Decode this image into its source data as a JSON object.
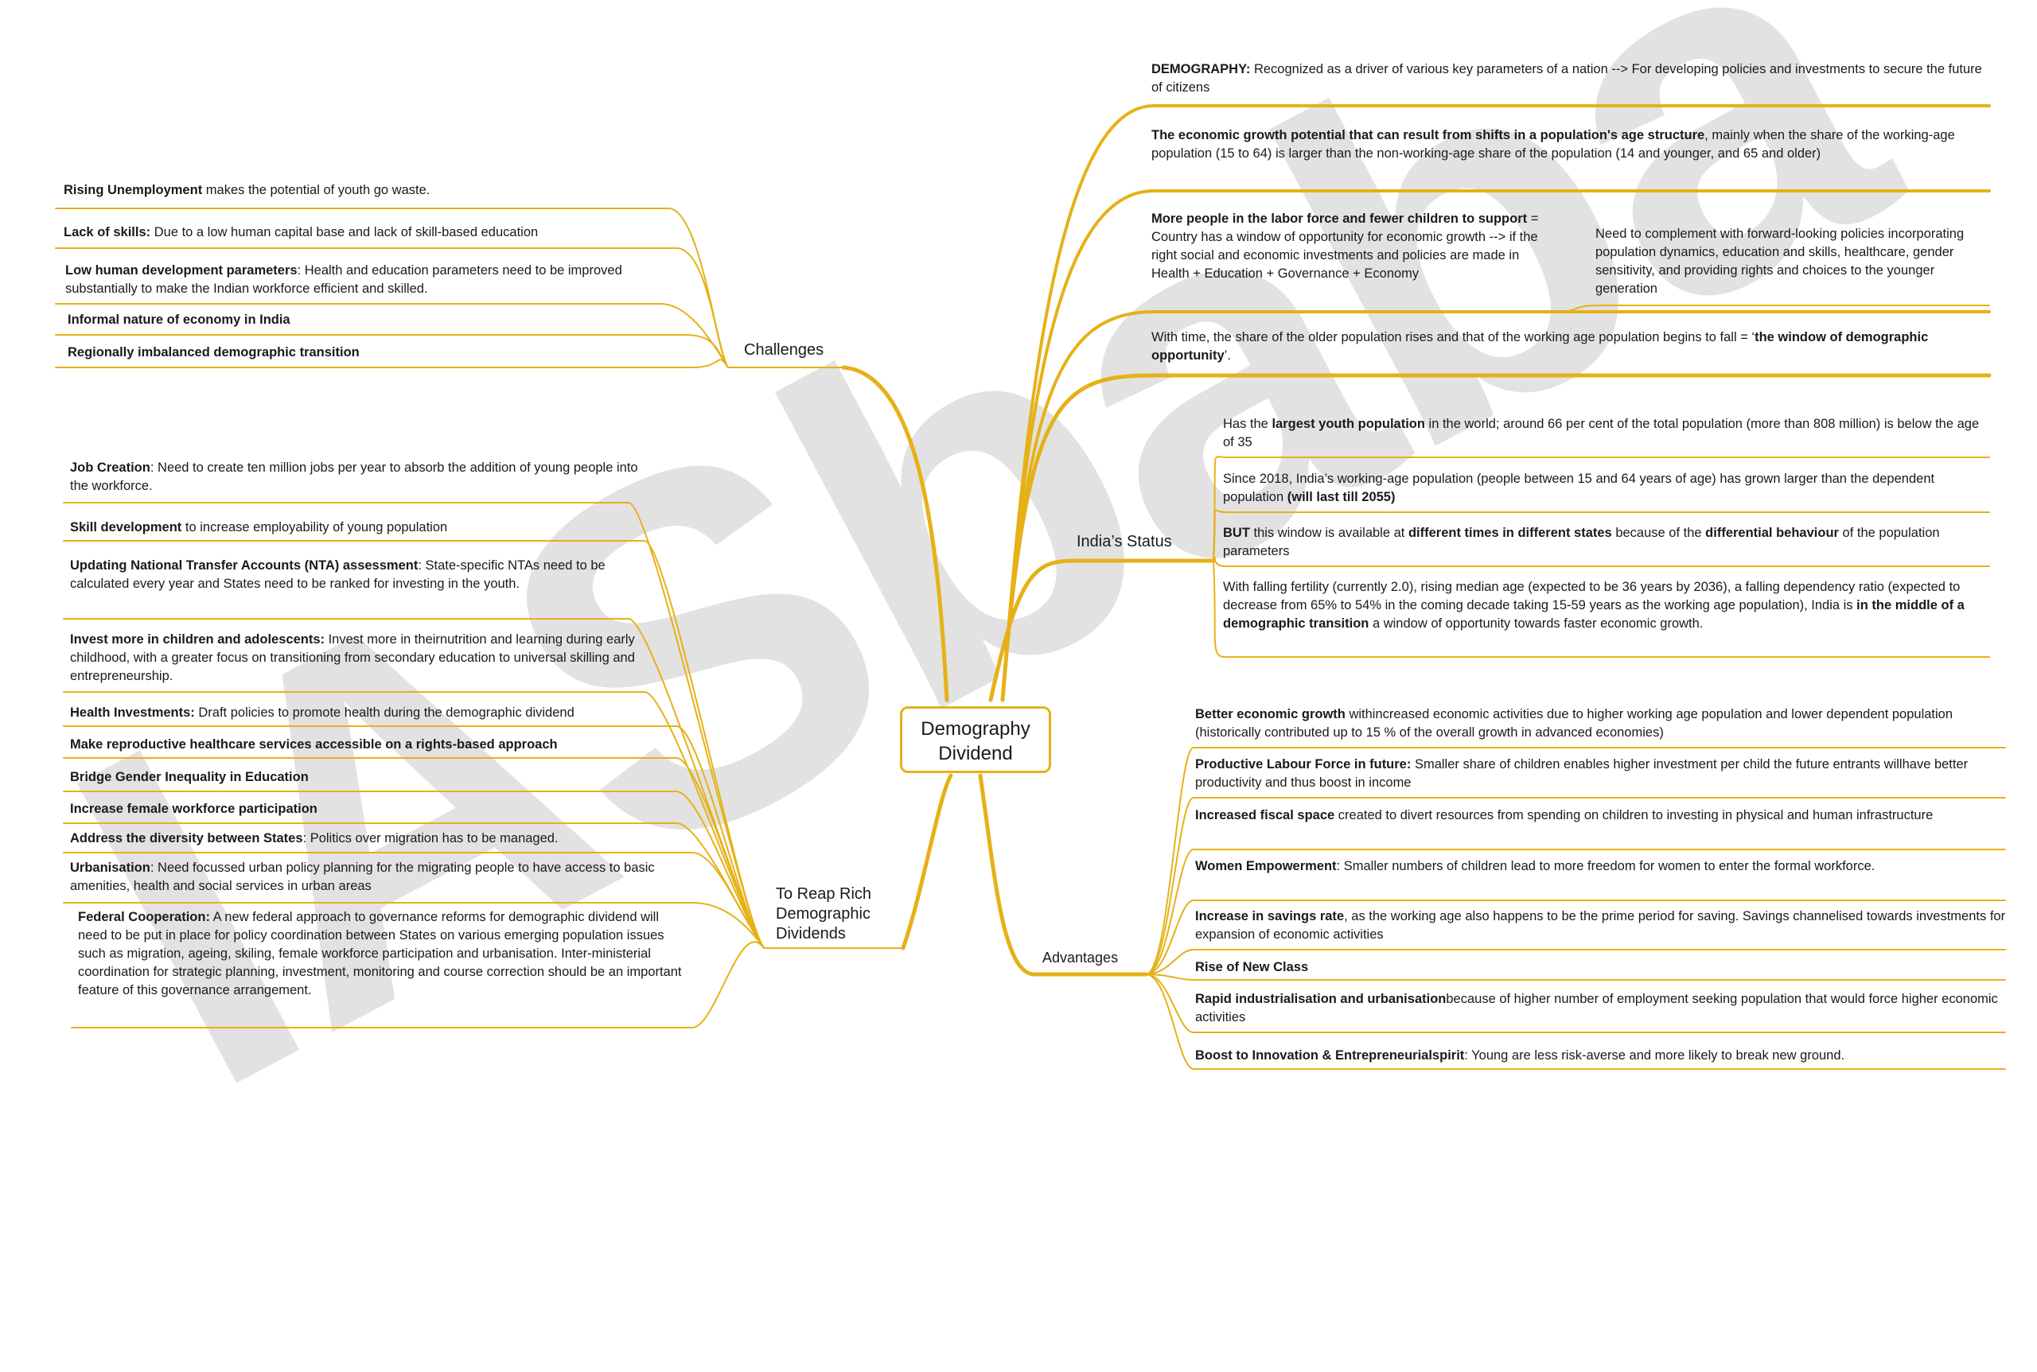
{
  "watermark": "IASbaba",
  "root": {
    "line1": "Demography",
    "line2": "Dividend"
  },
  "branches": {
    "challenges": "Challenges",
    "reap": [
      "To Reap Rich",
      "Demographic",
      "Dividends"
    ],
    "india": "India’s Status",
    "advantages": "Advantages"
  },
  "colors": {
    "branch": "#e6b118",
    "text": "#1a1a1a",
    "watermark": "#d6d6d6"
  },
  "intro_items": [
    {
      "bold": "DEMOGRAPHY:",
      "text": " Recognized as a driver of various key parameters of a nation --> For developing policies and investments to secure the future of citizens",
      "tail": ""
    },
    {
      "bold": "The economic growth potential that can result from shifts in a population's age structure",
      "text": ", mainly when the share of the working-age population (15 to 64) is larger than the non-working-age share of the population (14 and younger, and 65 and older)",
      "tail": ""
    },
    {
      "bold": "More people in the labor force and fewer children to support",
      "text": " = Country has a window of opportunity for economic growth --> if the right social and economic investments and policies are made in Health + Education + Governance + Economy",
      "tail": ""
    },
    {
      "bold": "",
      "text": "With time, the share of the older population rises and that of the working age population begins to fall = ‘",
      "tail": "the window of demographic opportunity",
      "end": "’."
    }
  ],
  "intro_side_note": "Need to complement with forward-looking policies incorporating population dynamics, education and skills, healthcare, gender sensitivity, and providing rights and choices to the younger generation",
  "challenges": [
    {
      "bold": "Rising Unemployment",
      "text": " makes the potential of youth go waste."
    },
    {
      "bold": "Lack of skills:",
      "text": " Due to a low human capital base and lack of skill-based education"
    },
    {
      "bold": "Low human development parameters",
      "text": ": Health and education parameters need to be improved substantially to make the Indian workforce efficient and skilled."
    },
    {
      "bold": "Informal nature of economy in India",
      "text": ""
    },
    {
      "bold": "Regionally imbalanced demographic transition",
      "text": ""
    }
  ],
  "india_status": [
    {
      "parts": [
        [
          "",
          "Has the "
        ],
        [
          "b",
          "largest youth population"
        ],
        [
          "",
          " in the world; around 66 per cent of the total population (more than 808 million) is below the age of 35"
        ]
      ]
    },
    {
      "parts": [
        [
          "",
          "Since 2018, India’s working-age population (people between 15 and 64 years of age) has grown larger than the dependent population "
        ],
        [
          "b",
          "(will last till 2055)"
        ]
      ]
    },
    {
      "parts": [
        [
          "b",
          "BUT"
        ],
        [
          "",
          " this window is available at "
        ],
        [
          "b",
          "different times in different states"
        ],
        [
          "",
          " because of the "
        ],
        [
          "b",
          "differential behaviour"
        ],
        [
          "",
          " of the population parameters"
        ]
      ]
    },
    {
      "parts": [
        [
          "",
          "With falling fertility (currently 2.0), rising median age (expected to be 36 years by 2036), a falling dependency ratio (expected to decrease from 65% to 54% in the coming decade taking 15-59 years as the working age population), India is "
        ],
        [
          "b",
          "in the middle of a demographic transition"
        ],
        [
          "",
          "  a window of opportunity towards faster economic growth."
        ]
      ]
    }
  ],
  "reap": [
    {
      "bold": "Job Creation",
      "text": ": Need to create ten million jobs per year to absorb the addition of young people into the workforce."
    },
    {
      "bold": "Skill development",
      "text": " to increase employability of young population"
    },
    {
      "bold": "Updating National Transfer Accounts (NTA) assessment",
      "text": ": State-specific NTAs need to be calculated every year and States need to be ranked for investing in the youth."
    },
    {
      "bold": "Invest more in children and adolescents:",
      "text": " Invest more in theirnutrition and learning during early childhood, with a greater focus on transitioning from secondary education to universal skilling and entrepreneurship."
    },
    {
      "bold": "Health Investments:",
      "text": " Draft policies to promote health during the demographic dividend"
    },
    {
      "bold": "Make reproductive healthcare services accessible on a rights-based approach",
      "text": ""
    },
    {
      "bold": "Bridge Gender Inequality in Education",
      "text": ""
    },
    {
      "bold": "Increase female workforce participation",
      "text": ""
    },
    {
      "bold": "Address the diversity between States",
      "text": ": Politics over migration has to be managed."
    },
    {
      "bold": "Urbanisation",
      "text": ": Need focussed urban policy planning for the migrating people to have access to basic amenities, health and social services in urban areas"
    },
    {
      "bold": "Federal Cooperation:",
      "text": " A new federal approach to governance reforms for demographic dividend will need to be put in place for policy coordination between States on various emerging population issues such as migration, ageing, skiling, female workforce participation and urbanisation. Inter-ministerial coordination for strategic planning, investment, monitoring and course correction should be an important feature of this governance arrangement."
    }
  ],
  "advantages": [
    {
      "bold": "Better economic growth",
      "text": " withincreased economic activities due to higher working age population and lower dependent population (historically contributed up to 15 % of the overall growth in advanced economies)"
    },
    {
      "bold": "Productive Labour Force in future:",
      "text": " Smaller share of children enables higher investment per child  the future entrants willhave better productivity and thus boost in income"
    },
    {
      "bold": "Increased fiscal space",
      "text": " created to divert resources from spending on children to investing in physical and human infrastructure"
    },
    {
      "bold": "Women Empowerment",
      "text": ": Smaller numbers of children lead to more freedom for women to enter the formal workforce."
    },
    {
      "bold": "Increase in savings rate",
      "text": ", as the working age also happens to be the prime period for saving. Savings channelised towards investments for expansion of economic activities"
    },
    {
      "bold": "Rise of New Class",
      "text": ""
    },
    {
      "bold": "Rapid industrialisation and urbanisation",
      "text": "because of higher number of employment seeking population that would force higher economic activities"
    },
    {
      "bold": "Boost to Innovation & Entrepreneurialspirit",
      "text": ": Young are less risk-averse and more likely to break new ground."
    }
  ]
}
